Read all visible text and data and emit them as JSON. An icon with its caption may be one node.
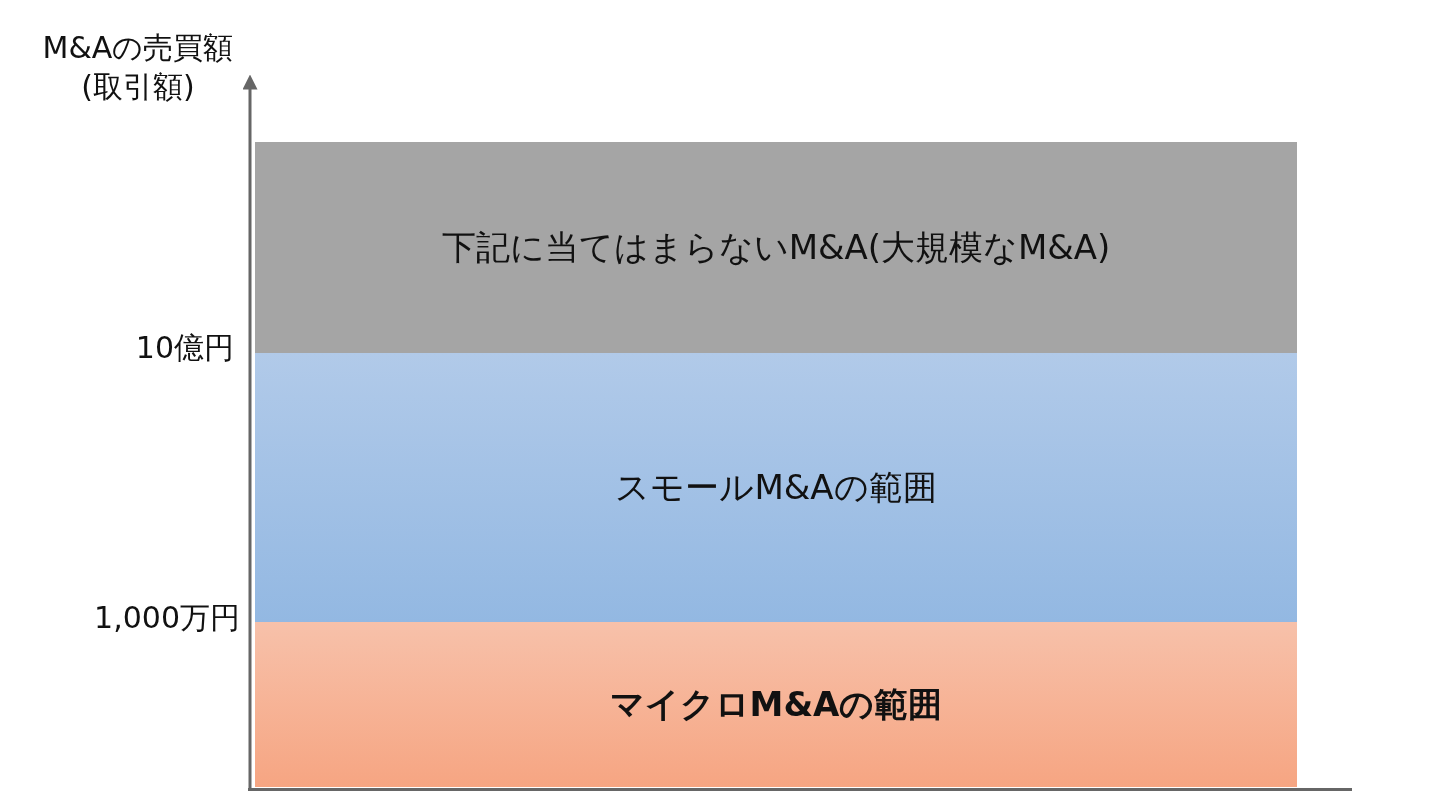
{
  "diagram": {
    "nodes": [
      {
        "text": [
          "下記に当てはまらないM&A(大規模なM&A)"
        ]
      },
      {
        "text": [
          "スモールM&Aの範囲"
        ]
      },
      {
        "text": [
          "マイクロM&Aの範囲"
        ]
      }
    ],
    "labels": [
      "M&Aの売買額 (取引額)",
      "10億円",
      "1,000万円"
    ]
  }
}
